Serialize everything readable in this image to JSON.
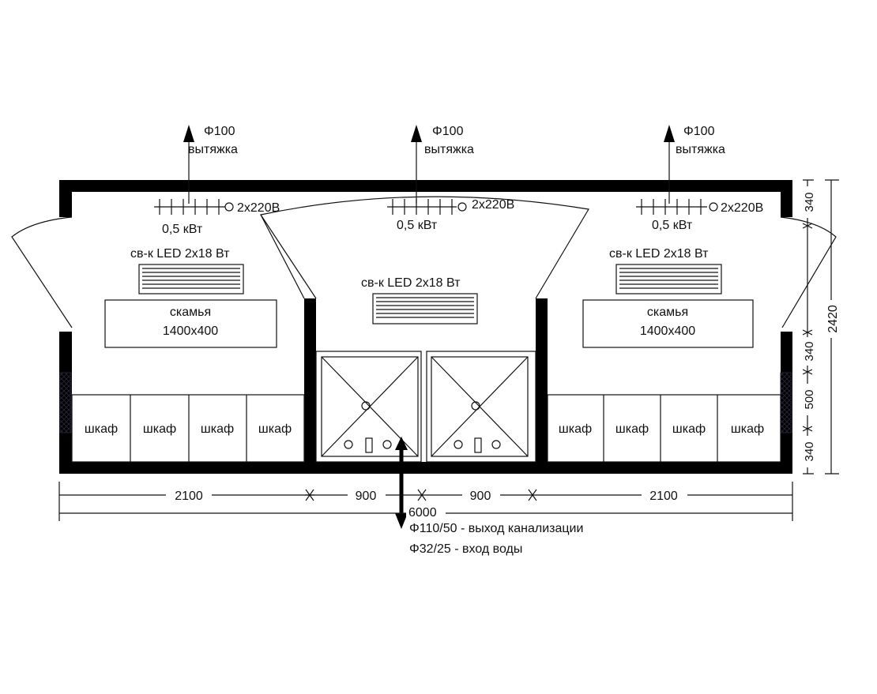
{
  "vents": [
    {
      "diameter": "Φ100",
      "label": "вытяжка"
    },
    {
      "diameter": "Φ100",
      "label": "вытяжка"
    },
    {
      "diameter": "Φ100",
      "label": "вытяжка"
    }
  ],
  "heaters": [
    {
      "power": "0,5 кВт",
      "socket": "2x220В"
    },
    {
      "power": "0,5 кВт",
      "socket": "2x220В"
    },
    {
      "power": "0,5 кВт",
      "socket": "2x220В"
    }
  ],
  "lights": [
    "св-к LED 2x18 Вт",
    "св-к LED 2x18 Вт",
    "св-к LED 2x18 Вт"
  ],
  "benches": [
    {
      "name": "скамья",
      "size": "1400x400"
    },
    {
      "name": "скамья",
      "size": "1400x400"
    }
  ],
  "cabinet_label": "шкаф",
  "cabinets_left": [
    "шкаф",
    "шкаф",
    "шкаф",
    "шкаф"
  ],
  "cabinets_right": [
    "шкаф",
    "шкаф",
    "шкаф",
    "шкаф"
  ],
  "dimensions": {
    "horizontal": [
      "2100",
      "900",
      "900",
      "2100"
    ],
    "total_length": "6000",
    "vertical": [
      "340",
      "340",
      "500",
      "340"
    ],
    "total_width": "2420"
  },
  "utilities": {
    "sewer": "Φ110/50 - выход канализации",
    "water": "Φ32/25 - вход воды"
  }
}
